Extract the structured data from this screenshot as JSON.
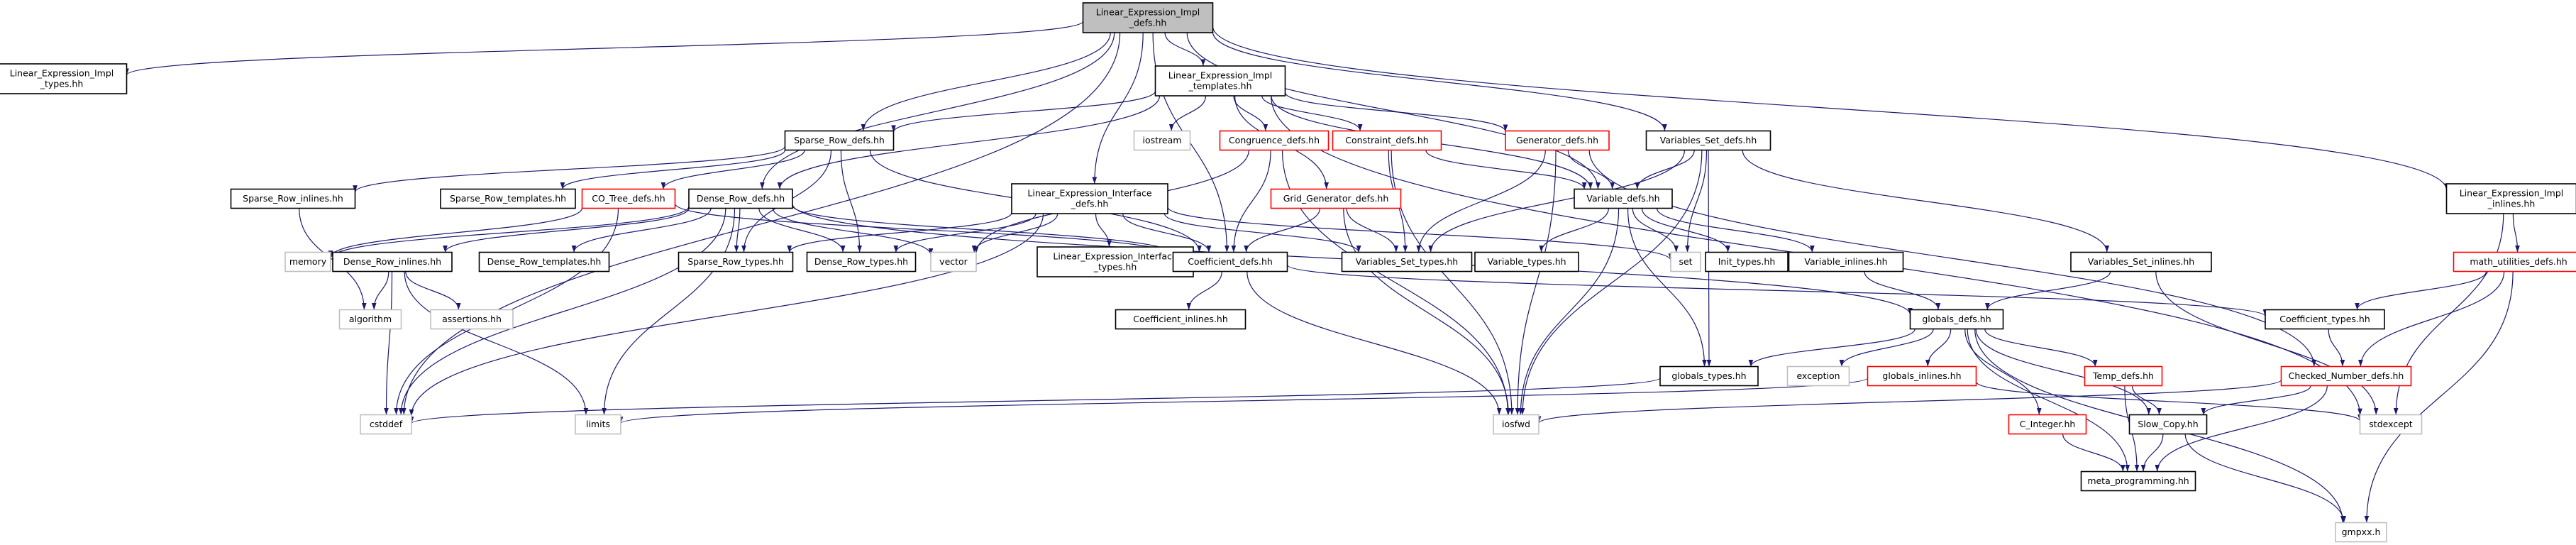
{
  "graph": {
    "colors": {
      "edge": "#191970",
      "root_fill": "#bfbfbf",
      "root_border": "#000000",
      "normal_border": "#000000",
      "truncated_border": "#ff0000",
      "external_border": "#bfbfbf",
      "fill": "#ffffff"
    },
    "nodes": [
      {
        "id": "root",
        "label": [
          "Linear_Expression_Impl",
          "_defs.hh"
        ],
        "kind": "root"
      },
      {
        "id": "lei_types",
        "label": [
          "Linear_Expression_Impl",
          "_types.hh"
        ],
        "kind": "normal"
      },
      {
        "id": "cstddef",
        "label": [
          "cstddef"
        ],
        "kind": "external"
      },
      {
        "id": "lei_templates",
        "label": [
          "Linear_Expression_Impl",
          "_templates.hh"
        ],
        "kind": "normal"
      },
      {
        "id": "sparse_row_defs",
        "label": [
          "Sparse_Row_defs.hh"
        ],
        "kind": "normal"
      },
      {
        "id": "dense_row_defs",
        "label": [
          "Dense_Row_defs.hh"
        ],
        "kind": "normal"
      },
      {
        "id": "lei_interface",
        "label": [
          "Linear_Expression_Interface",
          "_defs.hh"
        ],
        "kind": "normal"
      },
      {
        "id": "iostream",
        "label": [
          "iostream"
        ],
        "kind": "external"
      },
      {
        "id": "congruence_defs",
        "label": [
          "Congruence_defs.hh"
        ],
        "kind": "truncated"
      },
      {
        "id": "constraint_defs",
        "label": [
          "Constraint_defs.hh"
        ],
        "kind": "truncated"
      },
      {
        "id": "generator_defs",
        "label": [
          "Generator_defs.hh"
        ],
        "kind": "truncated"
      },
      {
        "id": "variables_set_defs",
        "label": [
          "Variables_Set_defs.hh"
        ],
        "kind": "normal"
      },
      {
        "id": "lei_inlines",
        "label": [
          "Linear_Expression_Impl",
          "_inlines.hh"
        ],
        "kind": "normal"
      },
      {
        "id": "sparse_row_inlines",
        "label": [
          "Sparse_Row_inlines.hh"
        ],
        "kind": "normal"
      },
      {
        "id": "sparse_row_templates",
        "label": [
          "Sparse_Row_templates.hh"
        ],
        "kind": "normal"
      },
      {
        "id": "co_tree_defs",
        "label": [
          "CO_Tree_defs.hh"
        ],
        "kind": "truncated"
      },
      {
        "id": "grid_generator_defs",
        "label": [
          "Grid_Generator_defs.hh"
        ],
        "kind": "truncated"
      },
      {
        "id": "variable_defs",
        "label": [
          "Variable_defs.hh"
        ],
        "kind": "normal"
      },
      {
        "id": "memory",
        "label": [
          "memory"
        ],
        "kind": "external"
      },
      {
        "id": "dense_row_inlines",
        "label": [
          "Dense_Row_inlines.hh"
        ],
        "kind": "normal"
      },
      {
        "id": "dense_row_templates",
        "label": [
          "Dense_Row_templates.hh"
        ],
        "kind": "normal"
      },
      {
        "id": "sparse_row_types",
        "label": [
          "Sparse_Row_types.hh"
        ],
        "kind": "normal"
      },
      {
        "id": "dense_row_types",
        "label": [
          "Dense_Row_types.hh"
        ],
        "kind": "normal"
      },
      {
        "id": "vector",
        "label": [
          "vector"
        ],
        "kind": "external"
      },
      {
        "id": "lei_interface_types",
        "label": [
          "Linear_Expression_Interface",
          "_types.hh"
        ],
        "kind": "normal"
      },
      {
        "id": "coefficient_defs",
        "label": [
          "Coefficient_defs.hh"
        ],
        "kind": "normal"
      },
      {
        "id": "variables_set_types",
        "label": [
          "Variables_Set_types.hh"
        ],
        "kind": "normal"
      },
      {
        "id": "variable_types",
        "label": [
          "Variable_types.hh"
        ],
        "kind": "normal"
      },
      {
        "id": "set",
        "label": [
          "set"
        ],
        "kind": "external"
      },
      {
        "id": "init_types",
        "label": [
          "Init_types.hh"
        ],
        "kind": "normal"
      },
      {
        "id": "variable_inlines",
        "label": [
          "Variable_inlines.hh"
        ],
        "kind": "normal"
      },
      {
        "id": "variables_set_inlines",
        "label": [
          "Variables_Set_inlines.hh"
        ],
        "kind": "normal"
      },
      {
        "id": "math_utilities_defs",
        "label": [
          "math_utilities_defs.hh"
        ],
        "kind": "truncated"
      },
      {
        "id": "algorithm",
        "label": [
          "algorithm"
        ],
        "kind": "external"
      },
      {
        "id": "assertions",
        "label": [
          "assertions.hh"
        ],
        "kind": "external"
      },
      {
        "id": "coefficient_inlines",
        "label": [
          "Coefficient_inlines.hh"
        ],
        "kind": "normal"
      },
      {
        "id": "globals_defs",
        "label": [
          "globals_defs.hh"
        ],
        "kind": "normal"
      },
      {
        "id": "coefficient_types",
        "label": [
          "Coefficient_types.hh"
        ],
        "kind": "normal"
      },
      {
        "id": "globals_types",
        "label": [
          "globals_types.hh"
        ],
        "kind": "normal"
      },
      {
        "id": "exception",
        "label": [
          "exception"
        ],
        "kind": "external"
      },
      {
        "id": "globals_inlines",
        "label": [
          "globals_inlines.hh"
        ],
        "kind": "truncated"
      },
      {
        "id": "temp_defs",
        "label": [
          "Temp_defs.hh"
        ],
        "kind": "truncated"
      },
      {
        "id": "checked_number_defs",
        "label": [
          "Checked_Number_defs.hh"
        ],
        "kind": "truncated"
      },
      {
        "id": "limits",
        "label": [
          "limits"
        ],
        "kind": "external"
      },
      {
        "id": "iosfwd",
        "label": [
          "iosfwd"
        ],
        "kind": "external"
      },
      {
        "id": "stdexcept",
        "label": [
          "stdexcept"
        ],
        "kind": "external"
      },
      {
        "id": "c_integer",
        "label": [
          "C_Integer.hh"
        ],
        "kind": "truncated"
      },
      {
        "id": "slow_copy",
        "label": [
          "Slow_Copy.hh"
        ],
        "kind": "normal"
      },
      {
        "id": "meta_programming",
        "label": [
          "meta_programming.hh"
        ],
        "kind": "normal"
      },
      {
        "id": "gmpxx",
        "label": [
          "gmpxx.h"
        ],
        "kind": "external"
      }
    ],
    "edges": [
      [
        "root",
        "lei_types"
      ],
      [
        "root",
        "cstddef"
      ],
      [
        "root",
        "lei_templates"
      ],
      [
        "root",
        "sparse_row_defs"
      ],
      [
        "root",
        "dense_row_defs"
      ],
      [
        "root",
        "lei_interface"
      ],
      [
        "root",
        "coefficient_defs"
      ],
      [
        "root",
        "variable_defs"
      ],
      [
        "root",
        "variables_set_defs"
      ],
      [
        "root",
        "lei_inlines"
      ],
      [
        "lei_templates",
        "sparse_row_defs"
      ],
      [
        "lei_templates",
        "dense_row_defs"
      ],
      [
        "lei_templates",
        "iostream"
      ],
      [
        "lei_templates",
        "congruence_defs"
      ],
      [
        "lei_templates",
        "constraint_defs"
      ],
      [
        "lei_templates",
        "generator_defs"
      ],
      [
        "lei_templates",
        "grid_generator_defs"
      ],
      [
        "lei_templates",
        "variable_defs"
      ],
      [
        "lei_templates",
        "stdexcept"
      ],
      [
        "sparse_row_defs",
        "sparse_row_inlines"
      ],
      [
        "sparse_row_defs",
        "sparse_row_templates"
      ],
      [
        "sparse_row_defs",
        "co_tree_defs"
      ],
      [
        "sparse_row_defs",
        "sparse_row_types"
      ],
      [
        "sparse_row_defs",
        "dense_row_types"
      ],
      [
        "sparse_row_defs",
        "coefficient_defs"
      ],
      [
        "dense_row_defs",
        "memory"
      ],
      [
        "dense_row_defs",
        "dense_row_inlines"
      ],
      [
        "dense_row_defs",
        "dense_row_templates"
      ],
      [
        "dense_row_defs",
        "sparse_row_types"
      ],
      [
        "dense_row_defs",
        "dense_row_types"
      ],
      [
        "dense_row_defs",
        "vector"
      ],
      [
        "dense_row_defs",
        "coefficient_defs"
      ],
      [
        "dense_row_defs",
        "globals_defs"
      ],
      [
        "dense_row_defs",
        "limits"
      ],
      [
        "dense_row_defs",
        "cstddef"
      ],
      [
        "lei_interface",
        "lei_interface_types"
      ],
      [
        "lei_interface",
        "coefficient_defs"
      ],
      [
        "lei_interface",
        "sparse_row_types"
      ],
      [
        "lei_interface",
        "dense_row_types"
      ],
      [
        "lei_interface",
        "vector"
      ],
      [
        "lei_interface",
        "variables_set_types"
      ],
      [
        "lei_interface",
        "set"
      ],
      [
        "lei_interface",
        "cstddef"
      ],
      [
        "congruence_defs",
        "coefficient_defs"
      ],
      [
        "congruence_defs",
        "iosfwd"
      ],
      [
        "congruence_defs",
        "vector"
      ],
      [
        "constraint_defs",
        "variables_set_types"
      ],
      [
        "constraint_defs",
        "variable_defs"
      ],
      [
        "constraint_defs",
        "iosfwd"
      ],
      [
        "generator_defs",
        "variables_set_types"
      ],
      [
        "generator_defs",
        "variable_defs"
      ],
      [
        "generator_defs",
        "iosfwd"
      ],
      [
        "generator_defs",
        "checked_number_defs"
      ],
      [
        "grid_generator_defs",
        "coefficient_defs"
      ],
      [
        "grid_generator_defs",
        "variables_set_types"
      ],
      [
        "grid_generator_defs",
        "iosfwd"
      ],
      [
        "variables_set_defs",
        "variables_set_types"
      ],
      [
        "variables_set_defs",
        "variable_defs"
      ],
      [
        "variables_set_defs",
        "set"
      ],
      [
        "variables_set_defs",
        "variables_set_inlines"
      ],
      [
        "variables_set_defs",
        "globals_types"
      ],
      [
        "variables_set_defs",
        "iosfwd"
      ],
      [
        "lei_inlines",
        "math_utilities_defs"
      ],
      [
        "lei_inlines",
        "stdexcept"
      ],
      [
        "sparse_row_inlines",
        "algorithm"
      ],
      [
        "co_tree_defs",
        "memory"
      ],
      [
        "co_tree_defs",
        "coefficient_defs"
      ],
      [
        "co_tree_defs",
        "cstddef"
      ],
      [
        "variable_defs",
        "variable_types"
      ],
      [
        "variable_defs",
        "set"
      ],
      [
        "variable_defs",
        "init_types"
      ],
      [
        "variable_defs",
        "variable_inlines"
      ],
      [
        "variable_defs",
        "globals_types"
      ],
      [
        "variable_defs",
        "iosfwd"
      ],
      [
        "dense_row_inlines",
        "algorithm"
      ],
      [
        "dense_row_inlines",
        "assertions"
      ],
      [
        "dense_row_inlines",
        "cstddef"
      ],
      [
        "dense_row_inlines",
        "limits"
      ],
      [
        "coefficient_defs",
        "coefficient_inlines"
      ],
      [
        "coefficient_defs",
        "coefficient_types"
      ],
      [
        "coefficient_defs",
        "iosfwd"
      ],
      [
        "variable_inlines",
        "globals_defs"
      ],
      [
        "variables_set_inlines",
        "globals_defs"
      ],
      [
        "variables_set_inlines",
        "stdexcept"
      ],
      [
        "math_utilities_defs",
        "coefficient_types"
      ],
      [
        "math_utilities_defs",
        "checked_number_defs"
      ],
      [
        "math_utilities_defs",
        "gmpxx"
      ],
      [
        "globals_defs",
        "globals_types"
      ],
      [
        "globals_defs",
        "exception"
      ],
      [
        "globals_defs",
        "globals_inlines"
      ],
      [
        "globals_defs",
        "temp_defs"
      ],
      [
        "globals_defs",
        "c_integer"
      ],
      [
        "globals_defs",
        "slow_copy"
      ],
      [
        "globals_defs",
        "meta_programming"
      ],
      [
        "globals_defs",
        "gmpxx"
      ],
      [
        "coefficient_types",
        "checked_number_defs"
      ],
      [
        "globals_types",
        "cstddef"
      ],
      [
        "globals_inlines",
        "limits"
      ],
      [
        "globals_inlines",
        "stdexcept"
      ],
      [
        "temp_defs",
        "slow_copy"
      ],
      [
        "temp_defs",
        "meta_programming"
      ],
      [
        "checked_number_defs",
        "slow_copy"
      ],
      [
        "checked_number_defs",
        "meta_programming"
      ],
      [
        "checked_number_defs",
        "iosfwd"
      ],
      [
        "c_integer",
        "meta_programming"
      ],
      [
        "slow_copy",
        "meta_programming"
      ],
      [
        "slow_copy",
        "gmpxx"
      ]
    ]
  }
}
